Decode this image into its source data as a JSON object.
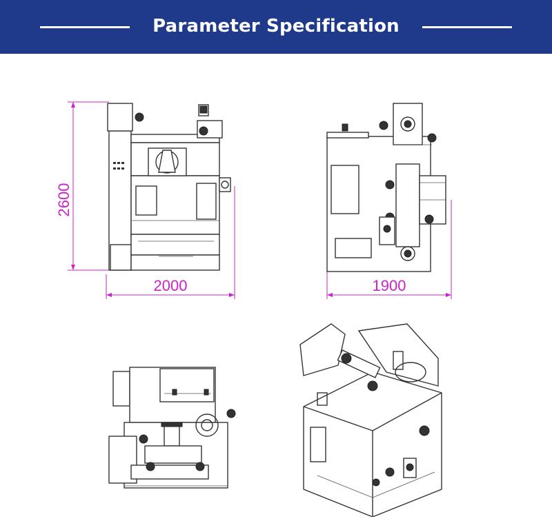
{
  "header": {
    "title": "Parameter Specification",
    "background_color": "#1f3a8a",
    "text_color": "#ffffff"
  },
  "front_view": {
    "height_dimension": "2600",
    "width_dimension": "2000"
  },
  "side_view": {
    "width_dimension": "1900"
  },
  "dimension_color": "#cc22cc"
}
